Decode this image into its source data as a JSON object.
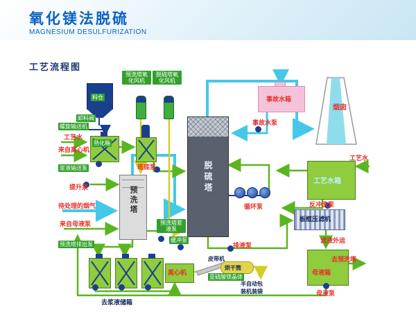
{
  "header": {
    "title": "氧化镁法脱硫",
    "subtitle": "MAGNESIUM DESULFURIZATION",
    "section": "工艺流程图"
  },
  "labels": {
    "silo": "料仓",
    "dischargeValve": "卸料阀",
    "screwConveyor": "螺旋输送机",
    "prewashFan": "预洗塔氧化风机",
    "desulfFan": "脱硫塔氧化风机",
    "emergencyTank": "事故水箱",
    "emergencyPump": "事故水泵",
    "chimney": "烟囱",
    "processWaterLeft": "工艺水",
    "curingTank": "熟化箱",
    "fromCentrifuge": "来自离心机",
    "towerBottomPump": "塔底泵",
    "slurryTransferPump": "浆液输送泵",
    "liftPump": "提升泵",
    "prewashTower": "预洗塔",
    "desulfTower": "脱硫塔",
    "rawFlueGas": "待处理的烟气",
    "fromMotherLiquorPump": "来自母液泵",
    "prewashDischargePump": "预洗塔排出泵",
    "prewashSlurryPump": "预洗塔浆液泵",
    "bufferPump": "缓冲泵",
    "circulationPump": "循环泵",
    "drainPump": "排液泵",
    "processWaterTank": "工艺水箱",
    "processWaterRight": "工艺水",
    "backwashPump": "反冲洗泵",
    "filterPress": "板框压滤机",
    "filtrateOut": "滤液外运",
    "motherLiquorTank": "母液箱",
    "toPrewashTower": "去预洗塔",
    "motherLiquorPump": "母液泵",
    "centrifuge": "离心机",
    "beltConveyor": "皮带机",
    "dryingDrum": "烘干筒",
    "product": "亚硫酸镁晶体",
    "packingMachine": "半自动包装机装袋",
    "toSlurryStorage": "去浆液储箱"
  },
  "colors": {
    "accent_blue": "#0b62c1",
    "pipe_cyan": "#45c8e8",
    "pipe_green": "#5ab520",
    "pipe_yellow": "#d4cc22",
    "pipe_navy": "#1b3f8f",
    "label_green": "#33a02c",
    "label_red": "#e8302a"
  }
}
